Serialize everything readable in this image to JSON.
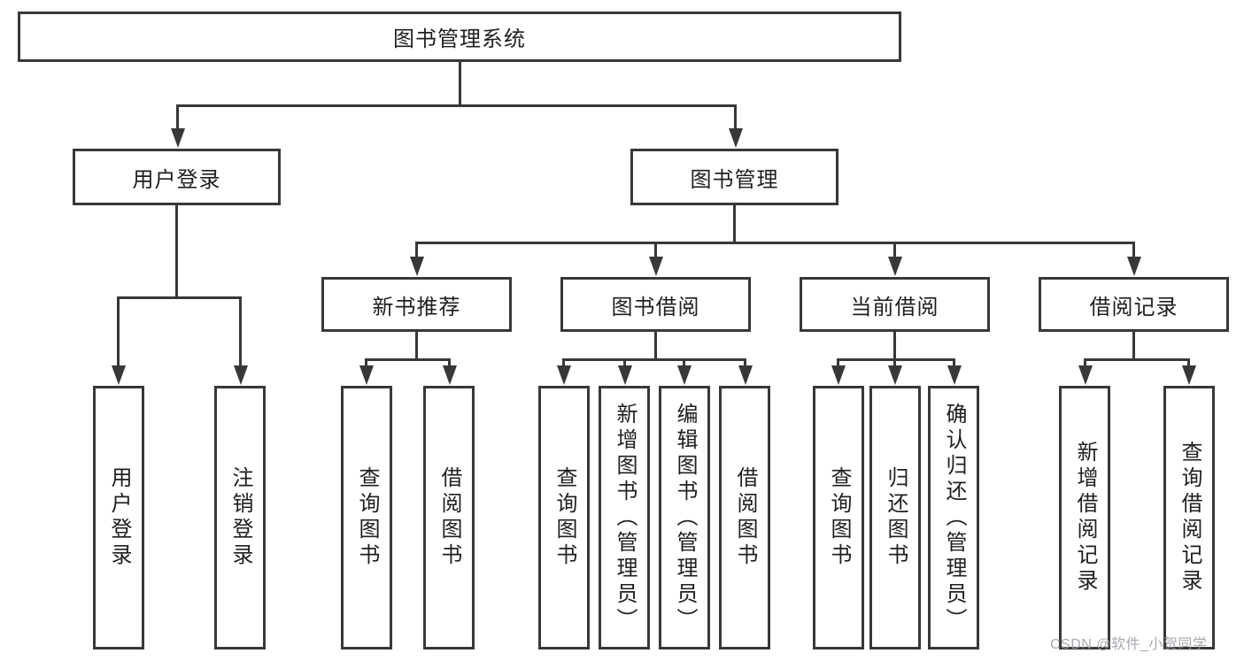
{
  "tree": {
    "root": "图书管理系统",
    "children": [
      {
        "label": "用户登录",
        "children": [
          "用户登录",
          "注销登录"
        ]
      },
      {
        "label": "图书管理",
        "children": [
          {
            "label": "新书推荐",
            "children": [
              "查询图书",
              "借阅图书"
            ]
          },
          {
            "label": "图书借阅",
            "children": [
              "查询图书",
              "新增图书（管理员）",
              "编辑图书（管理员）",
              "借阅图书"
            ]
          },
          {
            "label": "当前借阅",
            "children": [
              "查询图书",
              "归还图书",
              "确认归还（管理员）"
            ]
          },
          {
            "label": "借阅记录",
            "children": [
              "新增借阅记录",
              "查询借阅记录"
            ]
          }
        ]
      }
    ]
  },
  "watermark": {
    "text": "CSDN @软件_小贺同学"
  },
  "colors": {
    "background": "#ffffff",
    "line": "#383838",
    "text": "#1f1f1f",
    "watermark": "#9fa0a8"
  }
}
